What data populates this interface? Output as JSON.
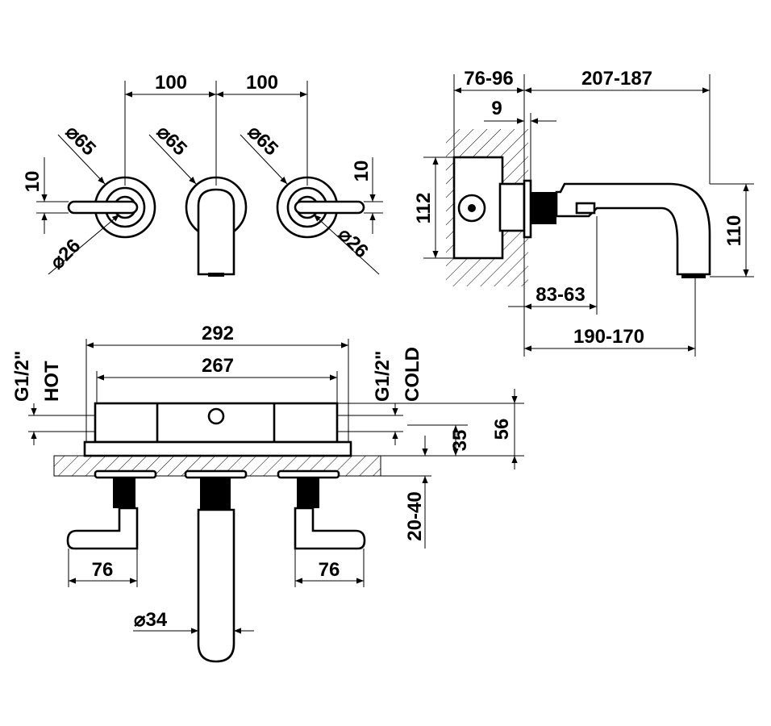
{
  "front_view": {
    "spacing_left": "100",
    "spacing_right": "100",
    "dia_rosette_left": "⌀65",
    "dia_rosette_mid": "⌀65",
    "dia_rosette_right": "⌀65",
    "dia_lever_left": "⌀26",
    "dia_lever_right": "⌀26",
    "lever_height_left": "10",
    "lever_height_right": "10"
  },
  "side_view": {
    "wall_depth": "76-96",
    "spout_reach": "207-187",
    "offset": "9",
    "body_height": "112",
    "spout_height": "110",
    "outlet_from_wall": "83-63",
    "outlet_reach": "190-170"
  },
  "top_view": {
    "overall_width": "292",
    "inner_width": "267",
    "hot_thread": "G1/2\"",
    "hot_label": "HOT",
    "cold_thread": "G1/2\"",
    "cold_label": "COLD",
    "depth_35": "35",
    "depth_56": "56",
    "wall_cover": "20-40",
    "lever_left": "76",
    "lever_right": "76",
    "spout_dia": "⌀34"
  },
  "colors": {
    "line": "#000000",
    "background": "#ffffff"
  }
}
